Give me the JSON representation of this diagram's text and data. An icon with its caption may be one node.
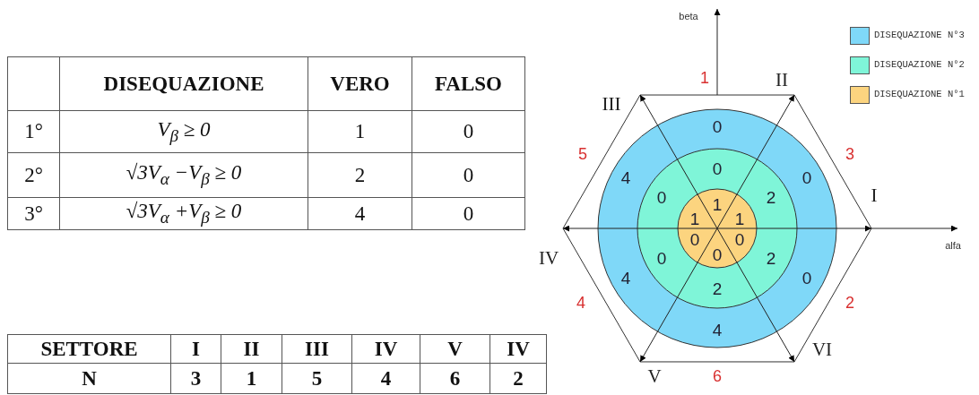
{
  "diagram": {
    "labels": [
      "DISEQUAZIONE",
      "VERO",
      "FALSO",
      "1°",
      "V$_{β}$ ≥ 0",
      "1",
      "0",
      "2°",
      "√3V$_{α}$ −V$_{β}$ ≥ 0",
      "2",
      "0",
      "3°",
      "√3V$_{α}$ +V$_{β}$ ≥ 0",
      "4",
      "0",
      "SETTORE",
      "I",
      "II",
      "III",
      "IV",
      "V",
      "IV",
      "N",
      "3",
      "1",
      "5",
      "4",
      "6",
      "2",
      "beta",
      "1",
      "II",
      "III",
      "5",
      "3",
      "I",
      "alfa",
      "IV",
      "4",
      "2",
      "V",
      "VI",
      "6",
      "0",
      "4",
      "0",
      "4",
      "0",
      "4",
      "0",
      "0",
      "2",
      "0",
      "2",
      "2",
      "1",
      "1",
      "1",
      "0",
      "0",
      "0"
    ],
    "legend": [
      {
        "text": "DISEQUAZIONE N°3",
        "color": "#7fd8f8"
      },
      {
        "text": "DISEQUAZIONE N°2",
        "color": "#7ff5d8"
      },
      {
        "text": "DISEQUAZIONE N°1",
        "color": "#fcd47f"
      }
    ]
  }
}
